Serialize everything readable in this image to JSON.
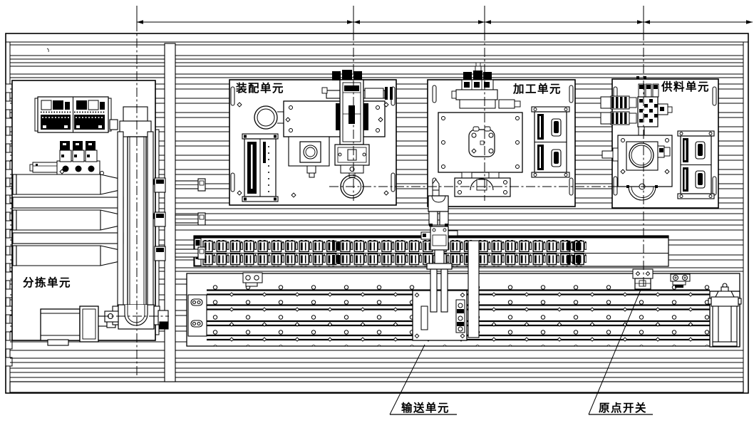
{
  "meta": {
    "drawing_type": "production-line layout drawing",
    "line_color": "#000000",
    "background_color": "#ffffff"
  },
  "labels": {
    "assembly": "装配单元",
    "processing": "加工单元",
    "supply": "供料单元",
    "sorting": "分拣单元",
    "conveying": "输送单元",
    "origin_switch": "原点开关"
  }
}
